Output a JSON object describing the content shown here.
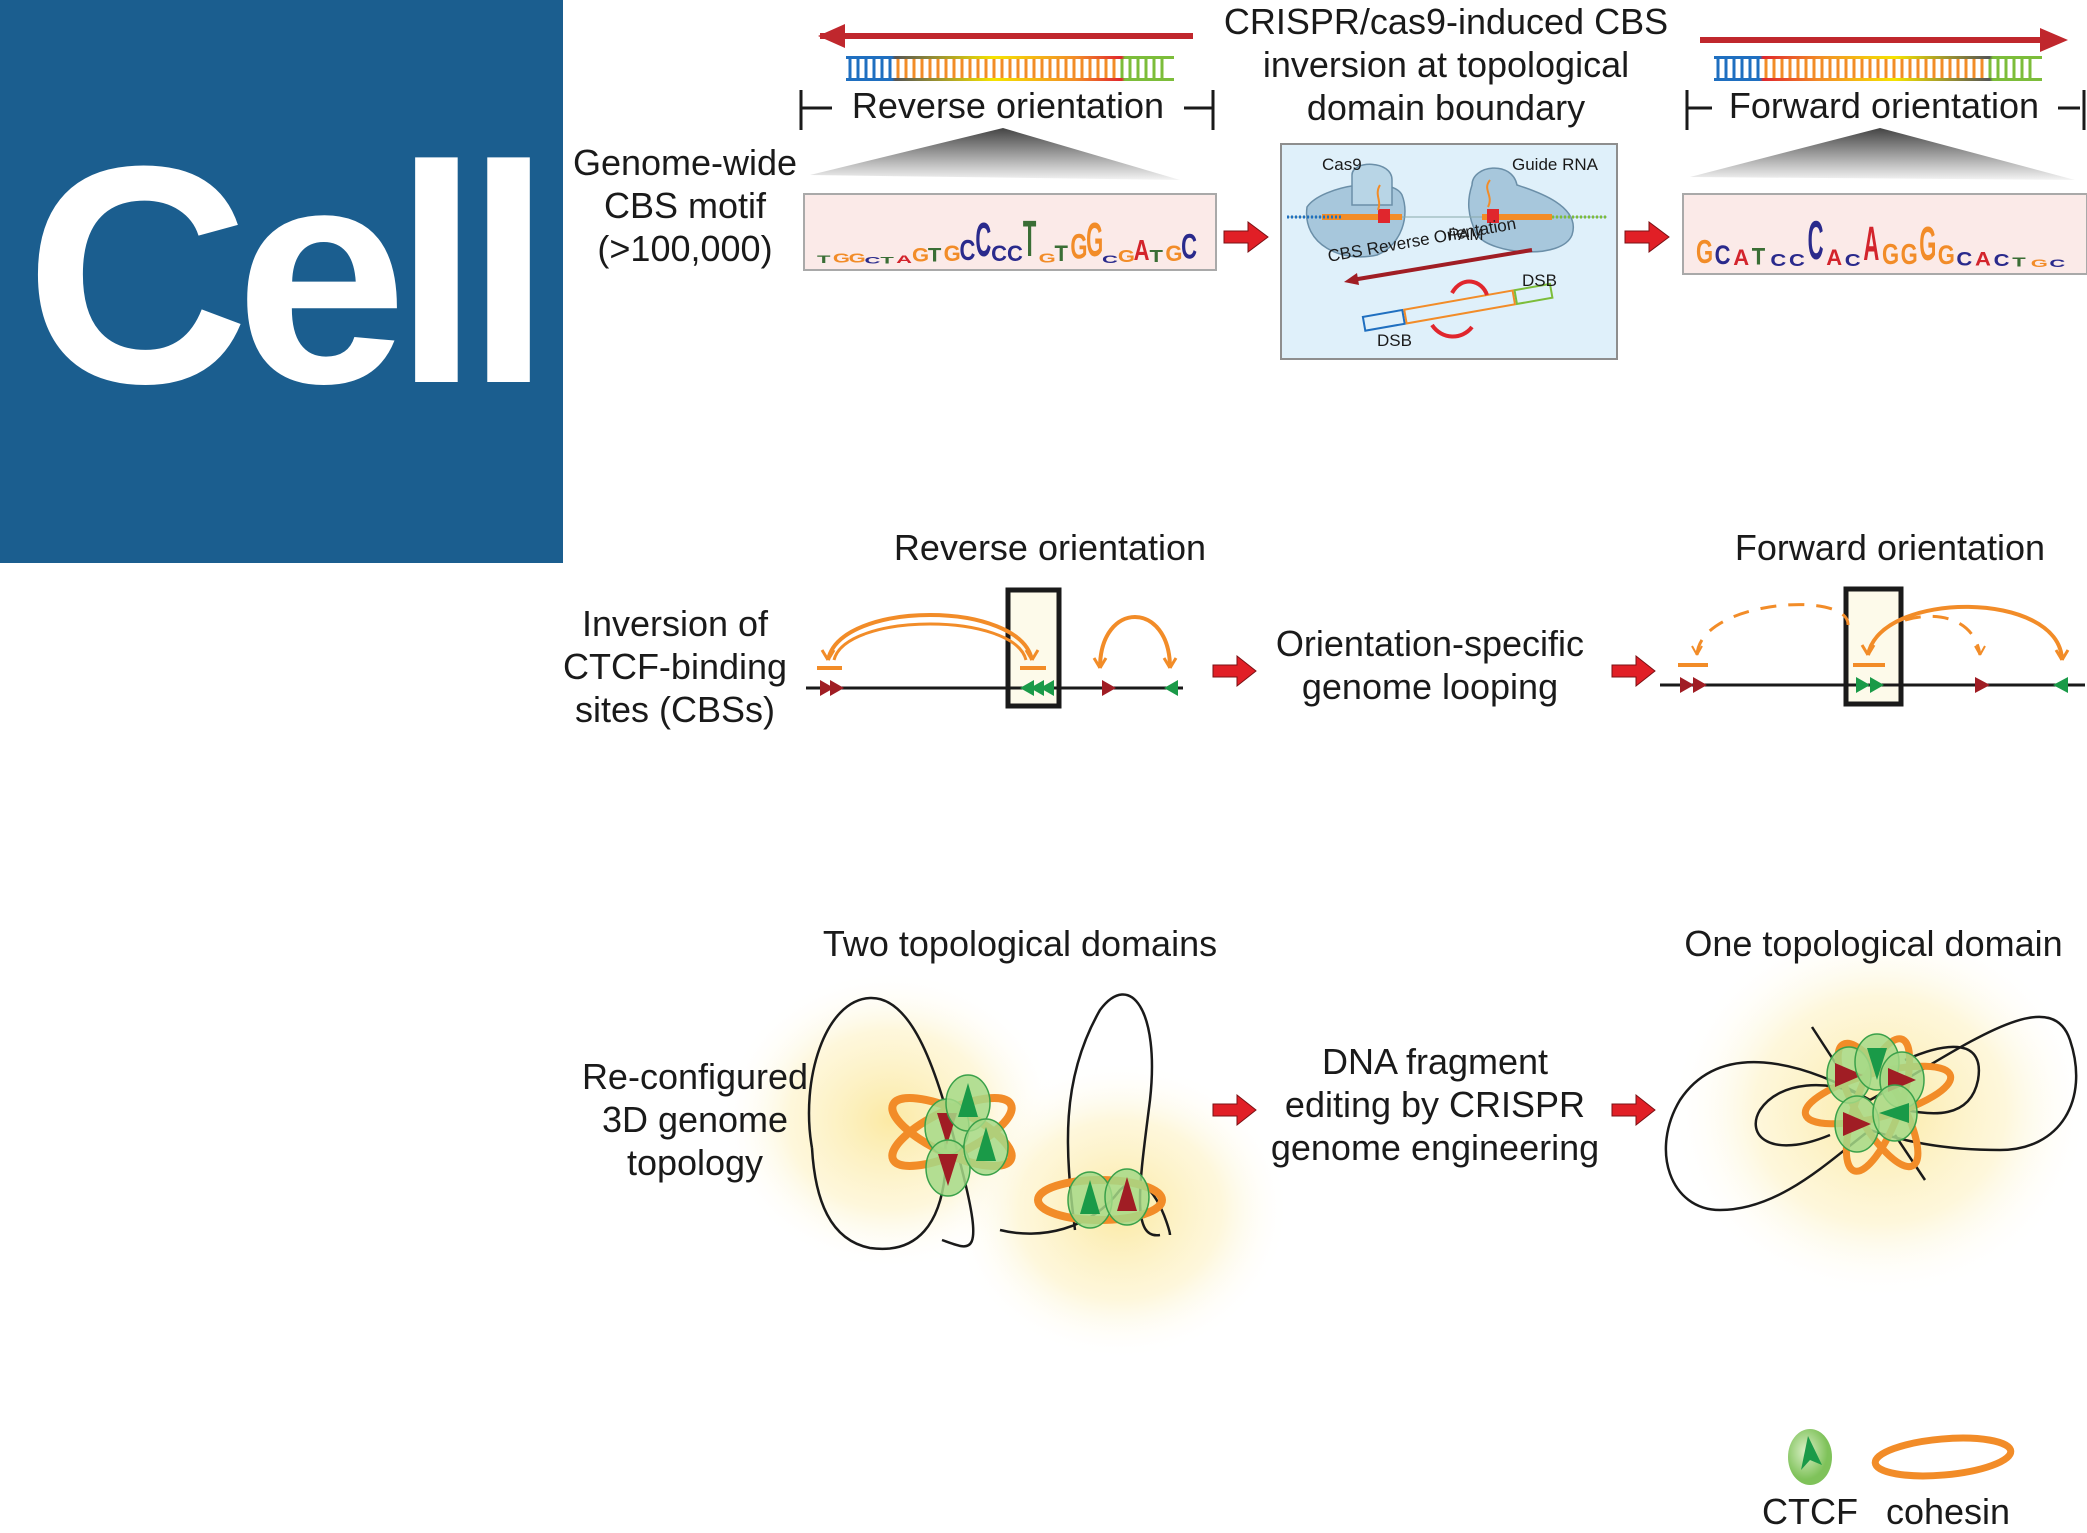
{
  "logo": {
    "text": "Cell",
    "background": "#1b5e8f"
  },
  "top_row": {
    "left_label": [
      "Genome-wide",
      "CBS motif",
      "(>100,000)"
    ],
    "reverse_label": "Reverse orientation",
    "forward_label": "Forward orientation",
    "center_title": [
      "CRISPR/cas9-induced CBS",
      "inversion at topological",
      "domain boundary"
    ],
    "inset": {
      "cas9": "Cas9",
      "guide_rna": "Guide RNA",
      "pam": "PAM",
      "cbs_reverse": "CBS Reverse Orientation",
      "dsb_top": "DSB",
      "dsb_bottom": "DSB"
    },
    "reverse_motif_letters": [
      "T",
      "G",
      "G",
      "C",
      "T",
      "A",
      "G",
      "T",
      "G",
      "C",
      "C",
      "C",
      "C",
      "T",
      "G",
      "T",
      "G",
      "G",
      "C",
      "G",
      "A",
      "T",
      "G",
      "C"
    ],
    "forward_motif_letters": [
      "G",
      "C",
      "A",
      "T",
      "C",
      "C",
      "C",
      "A",
      "C",
      "A",
      "G",
      "G",
      "G",
      "G",
      "C",
      "A",
      "C",
      "T",
      "G",
      "C"
    ]
  },
  "middle_row": {
    "left_label": [
      "Inversion of",
      "CTCF-binding",
      "sites (CBSs)"
    ],
    "reverse_title": "Reverse orientation",
    "forward_title": "Forward orientation",
    "center_label": [
      "Orientation-specific",
      "genome looping"
    ]
  },
  "bottom_row": {
    "left_label": [
      "Re-configured",
      "3D genome",
      "topology"
    ],
    "two_domains_title": "Two topological domains",
    "one_domain_title": "One topological domain",
    "center_label": [
      "DNA fragment",
      "editing by CRISPR",
      "genome engineering"
    ]
  },
  "legend": {
    "ctcf": "CTCF",
    "cohesin": "cohesin"
  },
  "colors": {
    "arrow_red": "#c0272d",
    "flow_arrow": "#e11f26",
    "orange": "#f28c28",
    "ctcf_green": "#1a9a48",
    "ctcf_light": "#8cc965",
    "dark_red": "#a01d24",
    "box_fill": "#fdfaea",
    "inset_bg": "#dff0fa",
    "motif_bg": "#fbeae8"
  }
}
